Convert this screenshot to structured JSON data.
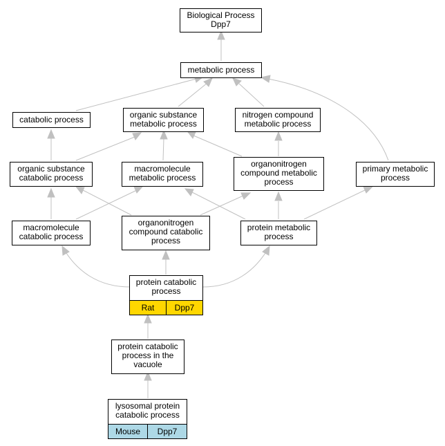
{
  "diagram": {
    "nodes": {
      "root": "Biological Process\nDpp7",
      "metabolic": "metabolic process",
      "catabolic": "catabolic process",
      "org_sub_metabolic": "organic substance\nmetabolic process",
      "nitrogen_metabolic": "nitrogen compound\nmetabolic process",
      "org_sub_catabolic": "organic substance\ncatabolic process",
      "macromolecule_metabolic": "macromolecule\nmetabolic process",
      "organonitrogen_metabolic": "organonitrogen\ncompound metabolic\nprocess",
      "primary_metabolic": "primary metabolic\nprocess",
      "macromolecule_catabolic": "macromolecule\ncatabolic process",
      "organonitrogen_catabolic": "organonitrogen\ncompound catabolic\nprocess",
      "protein_metabolic": "protein metabolic\nprocess",
      "protein_catabolic": "protein catabolic\nprocess",
      "protein_catabolic_vacuole": "protein catabolic\nprocess in the\nvacuole",
      "lysosomal_protein_catabolic": "lysosomal protein\ncatabolic process"
    },
    "annotations": {
      "protein_catabolic": [
        "Rat",
        "Dpp7"
      ],
      "lysosomal_protein_catabolic": [
        "Mouse",
        "Dpp7"
      ]
    },
    "colors": {
      "highlight_yellow": "#FFD700",
      "highlight_blue": "#ADD8E6",
      "edge": "#c0c0c0"
    }
  }
}
